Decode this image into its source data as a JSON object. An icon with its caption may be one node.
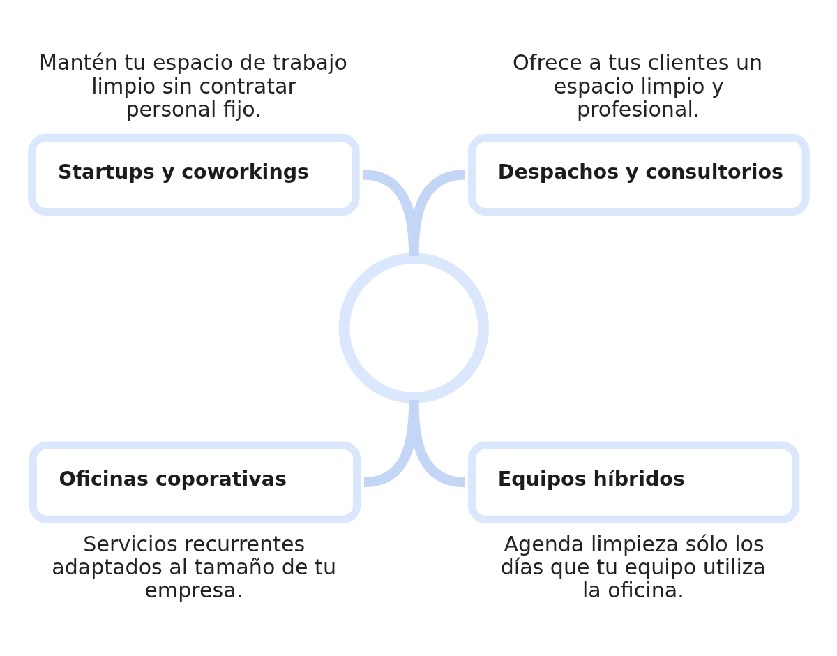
{
  "diagram": {
    "nodes": [
      {
        "text": [
          "Startups y coworkings"
        ],
        "beside": [
          "Mantén tu espacio de trabajo limpio sin contratar personal fijo."
        ]
      },
      {
        "text": [
          "Despachos y consultorios"
        ],
        "beside": [
          "Ofrece a tus clientes un espacio limpio y profesional."
        ]
      },
      {
        "text": [],
        "shape": "circle"
      },
      {
        "text": [
          "Oficinas coporativas"
        ],
        "beside": [
          "Servicios recurrentes adaptados al tamaño de tu empresa."
        ]
      },
      {
        "text": [
          "Equipos híbridos"
        ],
        "beside": [
          "Agenda limpieza sólo los días que tu equipo utiliza la oficina."
        ]
      }
    ],
    "edges": [
      {
        "from": 0,
        "to": 2,
        "arrow": "none"
      },
      {
        "from": 1,
        "to": 2,
        "arrow": "none"
      },
      {
        "from": 2,
        "to": 3,
        "arrow": "none"
      },
      {
        "from": 2,
        "to": 4,
        "arrow": "none"
      }
    ]
  }
}
